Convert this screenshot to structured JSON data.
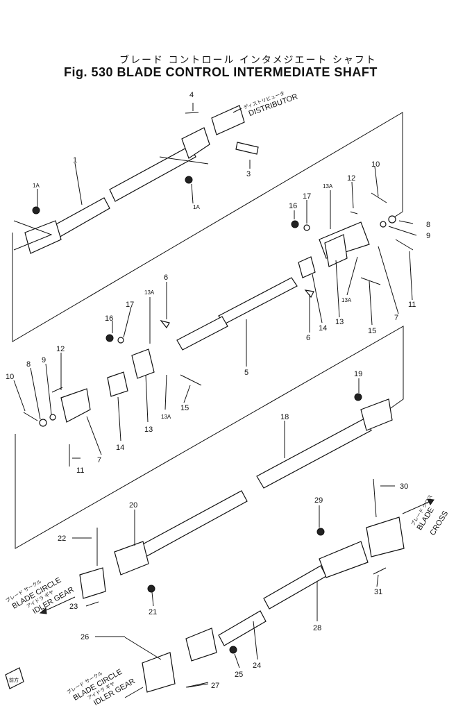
{
  "title_jp": "ブレード コントロール インタメジエート シャフト",
  "title": "Fig. 530 BLADE CONTROL INTERMEDIATE SHAFT",
  "labels": [
    "4",
    "3",
    "1",
    "1A",
    "1A",
    "10",
    "12",
    "13A",
    "17",
    "16",
    "8",
    "9",
    "7",
    "11",
    "6",
    "13A",
    "17",
    "16",
    "12",
    "9",
    "8",
    "10",
    "5",
    "6",
    "14",
    "13",
    "13A",
    "15",
    "14",
    "13",
    "13A",
    "15",
    "7",
    "11",
    "19",
    "18",
    "20",
    "22",
    "23",
    "21",
    "29",
    "30",
    "28",
    "31",
    "26",
    "24",
    "25",
    "27"
  ],
  "notes": {
    "distributor_jp": "ディストリビュータ",
    "distributor": "DISTRIBUTOR",
    "blade_cross_jp": "ブレード クロス",
    "blade_cross": [
      "BLADE",
      "CROSS"
    ],
    "blade_circle_jp_1": "ブレード サークル",
    "blade_circle_1": "BLADE CIRCLE",
    "idler_gear_jp_1": "アイドラ ギヤ",
    "idler_gear_1": "IDLER GEAR",
    "blade_circle_jp_2": "ブレード サークル",
    "blade_circle_2": "BLADE CIRCLE",
    "idler_gear_jp_2": "アイドラ ギヤ",
    "idler_gear_2": "IDLER GEAR",
    "front_mark": "前方"
  }
}
